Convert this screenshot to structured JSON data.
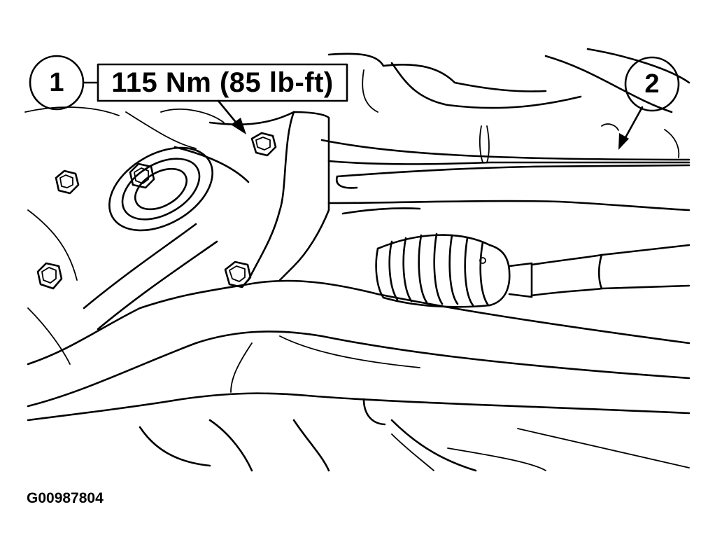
{
  "callouts": [
    {
      "number": "1"
    },
    {
      "number": "2"
    }
  ],
  "torque_spec": "115 Nm (85 lb-ft)",
  "figure_id": "G00987804"
}
